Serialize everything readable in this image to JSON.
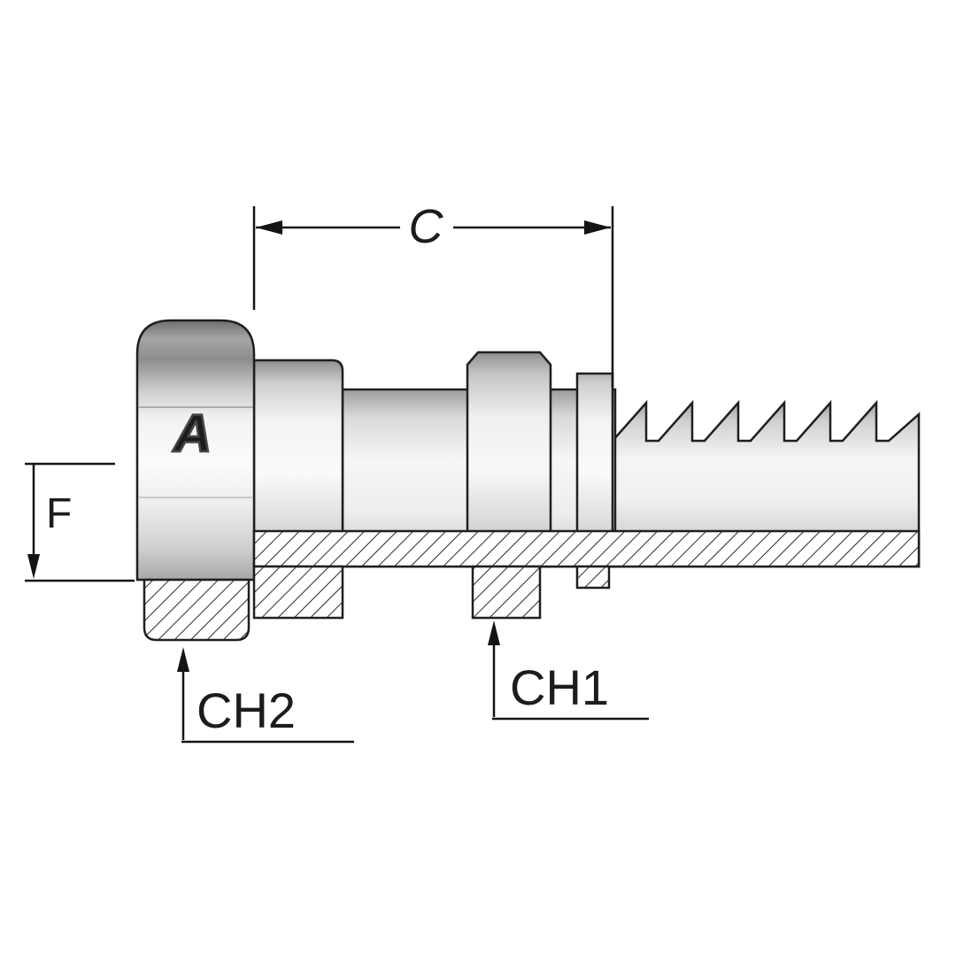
{
  "drawing": {
    "kind": "technical-drawing-half-section",
    "labels": {
      "c": "C",
      "f": "F",
      "ch1": "CH1",
      "ch2": "CH2"
    },
    "logo_glyph": "A",
    "colors": {
      "line": "#1c1c1c",
      "background": "#ffffff",
      "metal_light": "#f7f7f7",
      "metal_mid": "#d6d6d6",
      "metal_dark": "#8f8f8f",
      "hatch": "#2a2a2a"
    }
  }
}
